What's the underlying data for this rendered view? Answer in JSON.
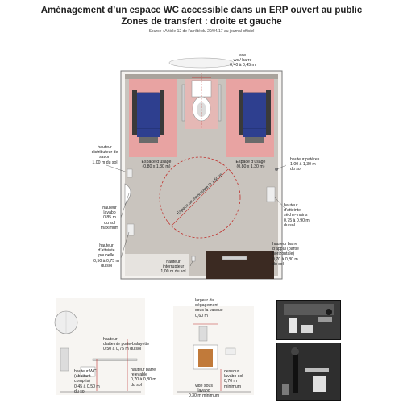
{
  "title": {
    "line1": "Aménagement d’un espace WC accessible dans un ERP ouvert au public",
    "line2": "Zones de transfert : droite et gauche"
  },
  "source": "Source : Article 12 de l’arrêté du 20/04/17 au journal officiel",
  "plan": {
    "axe": {
      "line1": "axe",
      "line2": "wc / barre",
      "line3": "0,40 à 0,45 m"
    },
    "distributeur": {
      "line1": "hauteur",
      "line2": "distributeur de",
      "line3": "savon",
      "line4": "1,00 m du sol"
    },
    "espace_usage_left": {
      "line1": "Espace d’usage",
      "line2": "(0,80 x 1,30 m)"
    },
    "espace_usage_right": {
      "line1": "Espace d’usage",
      "line2": "(0,80 x 1,30 m)"
    },
    "manoeuvre": "Espace de manœuvre Ø 1,50 m",
    "patere": {
      "line1": "hauteur patères",
      "line2": "1,00 à 1,30 m",
      "line3": "du sol"
    },
    "seche_mains": {
      "line1": "hauteur",
      "line2": "d’atteinte",
      "line3": "sèche-mains",
      "line4": "0,75 à 0,90 m",
      "line5": "du sol"
    },
    "lavabo": {
      "line1": "hauteur",
      "line2": "lavabo",
      "line3": "0,85 m",
      "line4": "du sol",
      "line5": "maximum"
    },
    "poubelle": {
      "line1": "hauteur",
      "line2": "d’atteinte",
      "line3": "poubelle",
      "line4": "0,50 à 0,75 m",
      "line5": "du sol"
    },
    "interrupteur": {
      "line1": "hauteur",
      "line2": "interrupteur",
      "line3": "1,00 m du sol"
    },
    "barre_appui": {
      "line1": "hauteur barre",
      "line2": "d’appui (partie",
      "line3": "horizontale)",
      "line4": "0,70 à 0,80 m",
      "line5": "du sol"
    }
  },
  "elevation": {
    "porte_balayette": {
      "line1": "hauteur",
      "line2": "d’atteinte porte-balayette",
      "line3": "0,50 à 0,75 m du sol"
    },
    "wc_abattant": {
      "line1": "hauteur WC",
      "line2": "(abattant",
      "line3": "compris)",
      "line4": "0,45 à 0,50 m",
      "line5": "du sol"
    },
    "barre_relevable": {
      "line1": "hauteur barre",
      "line2": "relevable",
      "line3": "0,70 à 0,80 m",
      "line4": "du sol"
    },
    "largeur_degagement": {
      "line1": "largeur du",
      "line2": "dégagement",
      "line3": "sous la vasque",
      "line4": "0,60 m"
    },
    "dessous_lavabo": {
      "line1": "dessous",
      "line2": "lavabo sol",
      "line3": "0,70 m",
      "line4": "minimum"
    },
    "vide_sous_lavabo": {
      "line1": "vide sous",
      "line2": "lavabo",
      "line3": "0,30 m minimum"
    }
  },
  "colors": {
    "floor": "#c9c4be",
    "pink_zone": "#e8a3a2",
    "red_line": "#c0322e",
    "wheelchair": "#2e3f8f",
    "door_frame": "#3b2a22"
  }
}
